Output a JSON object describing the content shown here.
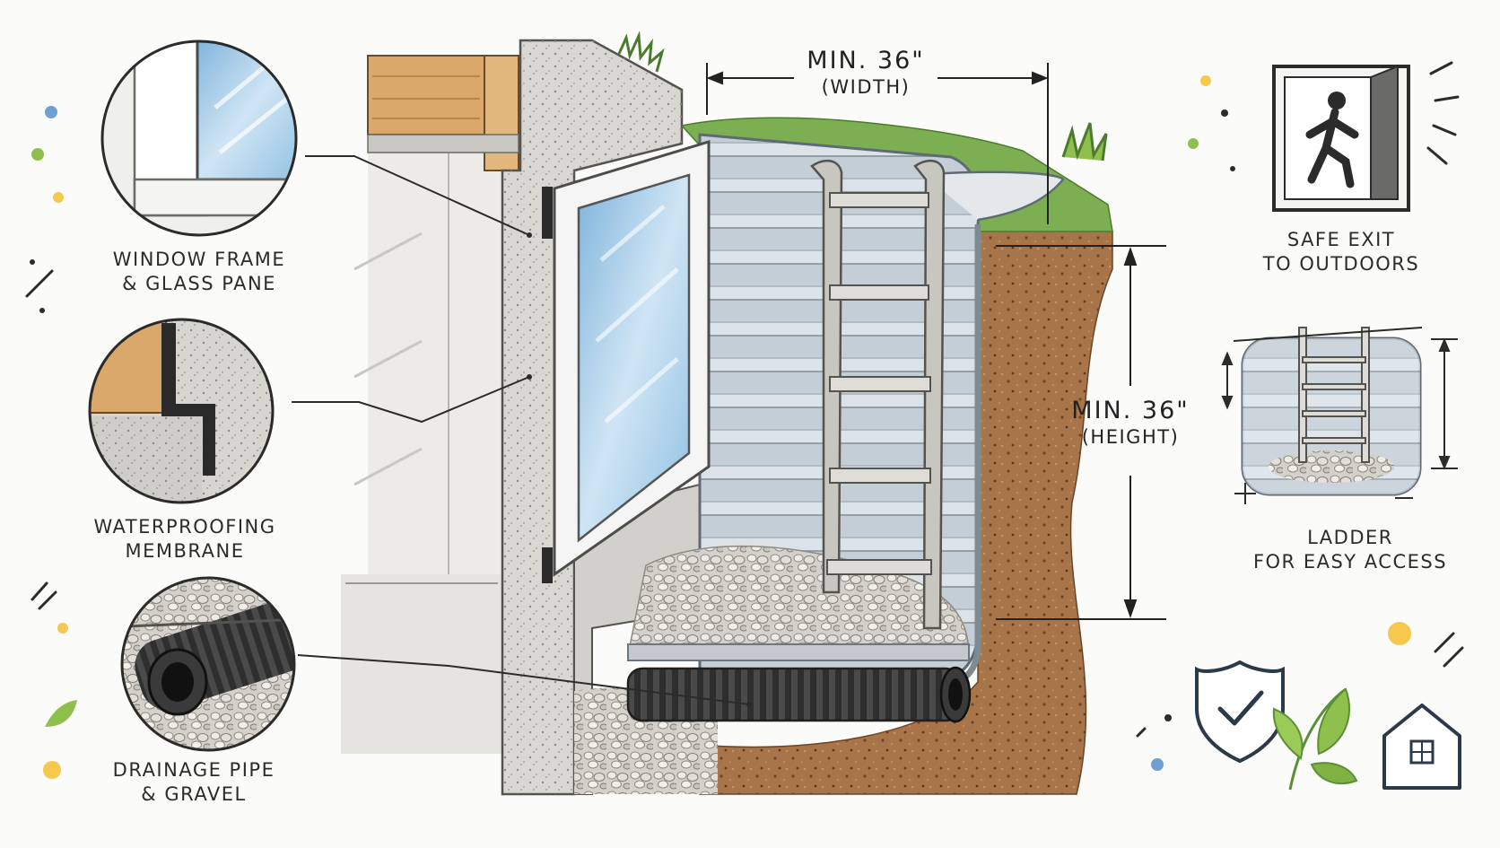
{
  "callouts": {
    "window": {
      "line1": "WINDOW FRAME",
      "line2": "& GLASS PANE"
    },
    "membrane": {
      "line1": "WATERPROOFING",
      "line2": "MEMBRANE"
    },
    "drain": {
      "line1": "DRAINAGE PIPE",
      "line2": "& GRAVEL"
    }
  },
  "dimensions": {
    "width": {
      "value": "MIN. 36\"",
      "label": "(WIDTH)"
    },
    "height": {
      "value": "MIN. 36\"",
      "label": "(HEIGHT)"
    }
  },
  "features": {
    "exit": {
      "line1": "SAFE EXIT",
      "line2": "TO OUTDOORS"
    },
    "ladder": {
      "line1": "LADDER",
      "line2": "FOR EASY ACCESS"
    }
  },
  "icons": [
    "exit-door-icon",
    "shield-check-icon",
    "leaf-icon",
    "house-icon"
  ],
  "colors": {
    "concrete": "#d9d7d2",
    "wood": "#d9a86a",
    "soil": "#9b6a3d",
    "grass": "#6fa84a",
    "glass": "#a9cfe8",
    "steel": "#c9d3da",
    "ink": "#2b2b2b",
    "accent_yellow": "#f6c94e",
    "accent_blue": "#6f9fd0",
    "accent_green": "#8fbf4c"
  }
}
